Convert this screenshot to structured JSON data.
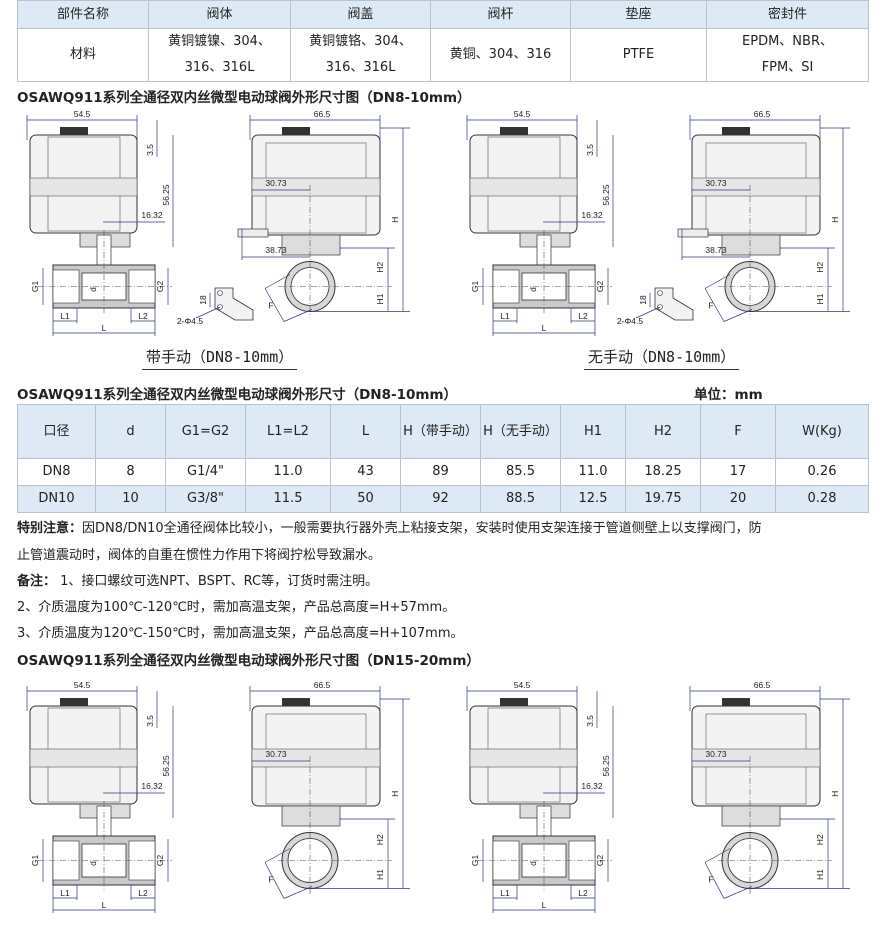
{
  "materials_table": {
    "headers": [
      "部件名称",
      "阀体",
      "阀盖",
      "阀杆",
      "垫座",
      "密封件"
    ],
    "row": [
      [
        "材料"
      ],
      [
        "黄铜镀镍、304、",
        "316、316L"
      ],
      [
        "黄铜镀铬、304、",
        "316、316L"
      ],
      [
        "黄铜、304、316"
      ],
      [
        "PTFE"
      ],
      [
        "EPDM、NBR、",
        "FPM、SI"
      ]
    ]
  },
  "title_drawing_small": "OSAWQ911系列全通径双内丝微型电动球阀外形尺寸图（DN8-10mm）",
  "captions": {
    "manual": "带手动（DN8-10mm）",
    "no_manual": "无手动（DN8-10mm）"
  },
  "title_dims": "OSAWQ911系列全通径双内丝微型电动球阀外形尺寸（DN8-10mm）",
  "unit": "单位：mm",
  "dims_table": {
    "headers": [
      "口径",
      "d",
      "G1=G2",
      "L1=L2",
      "L",
      "H（带手动）",
      "H（无手动）",
      "H1",
      "H2",
      "F",
      "W(Kg)"
    ],
    "rows": [
      [
        "DN8",
        "8",
        "G1/4\"",
        "11.0",
        "43",
        "89",
        "85.5",
        "11.0",
        "18.25",
        "17",
        "0.26"
      ],
      [
        "DN10",
        "10",
        "G3/8\"",
        "11.5",
        "50",
        "92",
        "88.5",
        "12.5",
        "19.75",
        "20",
        "0.28"
      ]
    ]
  },
  "notes": {
    "special_label": "特别注意：",
    "special_text": "因DN8/DN10全通径阀体比较小，一般需要执行器外壳上粘接支架，安装时使用支架连接于管道侧壁上以支撑阀门，防",
    "special_text2": "止管道震动时，阀体的自重在惯性力作用下将阀拧松导致漏水。",
    "remark_label": "备注：",
    "remark1": " 1、接口螺纹可选NPT、BSPT、RC等，订货时需注明。",
    "remark2": "2、介质温度为100℃-120℃时，需加高温支架，产品总高度=H+57mm。",
    "remark3": "3、介质温度为120℃-150℃时，需加高温支架，产品总高度=H+107mm。"
  },
  "title_drawing_large": "OSAWQ911系列全通径双内丝微型电动球阀外形尺寸图（DN15-20mm）",
  "drawing_labels": {
    "width_front": "54.5",
    "cap": "3.5",
    "height_act": "56.25",
    "offset": "16.32",
    "width_side": "66.5",
    "center": "30.73",
    "lever": "38.73",
    "H": "H",
    "H1": "H1",
    "H2": "H2",
    "F": "F",
    "G1": "G1",
    "G2": "G2",
    "d": "d",
    "L1": "L1",
    "L2": "L2",
    "L": "L",
    "bracket_h": "18",
    "holes": "2-Φ4.5"
  }
}
